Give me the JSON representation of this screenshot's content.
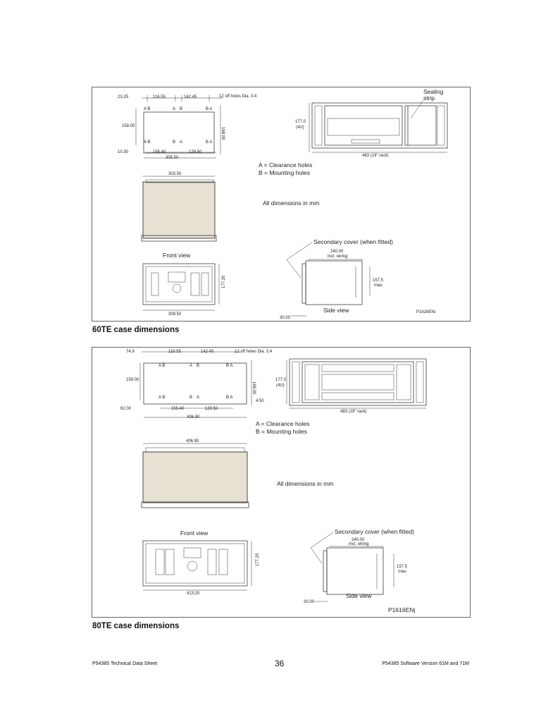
{
  "fig1": {
    "dims": {
      "d_2325": "23.25",
      "d_11655": "116.55",
      "d_14245": "142.45",
      "holes": "12 off holes Dia. 3.4",
      "d_15900": "159.00",
      "d_16800": "168.00",
      "d_1030": "10.30",
      "d_15540": "155.40",
      "d_12950": "129.50",
      "d_30550": "305.50",
      "d_30350": "303.50",
      "d_17700": "177.0",
      "d_4u": "(4U)",
      "d_483": "483 (19\" rack)",
      "d_17720": "177.20",
      "d_30950": "309.50",
      "d_24000": "240.00",
      "incl_wiring": "Incl. wiring",
      "d_1575": "157.5",
      "max": "max.",
      "d_3000": "30.00"
    },
    "hole_labels": {
      "a_b": "A B",
      "b_a": "B A",
      "a": "A",
      "b": "B"
    },
    "legend_a": "A = Clearance holes",
    "legend_b": "B = Mounting holes",
    "all_dims": "All dimensions in mm",
    "front_view": "Front view",
    "side_view": "Side view",
    "secondary_cover": "Secondary cover (when fitted)",
    "sealing_strip_1": "Sealing",
    "sealing_strip_2": "strip",
    "ref_code": "P1616ENi"
  },
  "fig2": {
    "dims": {
      "d_749": "74.9",
      "d_11655": "116.55",
      "d_14245": "142.45",
      "holes": "12 off holes Dia. 3.4",
      "d_15900": "159.00",
      "d_16800": "168.00",
      "d_450": "4.50",
      "d_6200": "62.00",
      "d_15540": "155.40",
      "d_12950": "129.50",
      "d_40690": "406.90",
      "d_17700": "177.0",
      "d_4u": "(4U)",
      "d_483": "483 (19\" rack)",
      "d_17720": "177.20",
      "d_41320": "413.20",
      "d_24000": "240.00",
      "incl_wiring": "Incl. wiring",
      "d_1575": "157.5",
      "max": "max.",
      "d_3000": "30.00"
    },
    "hole_labels": {
      "a_b": "A B",
      "b_a": "B A",
      "a": "A",
      "b": "B"
    },
    "legend_a": "A = Clearance holes",
    "legend_b": "B = Mounting holes",
    "all_dims": "All dimensions in mm",
    "front_view": "Front view",
    "side_view": "Side view",
    "secondary_cover": "Secondary cover (when fitted)",
    "ref_code": "P1616ENj"
  },
  "captions": {
    "fig1": "60TE case dimensions",
    "fig2": "80TE case dimensions"
  },
  "footer": {
    "left": "P54385 Technical Data Sheet",
    "center": "36",
    "right": "P54385 Software Version 61M and 71M"
  }
}
